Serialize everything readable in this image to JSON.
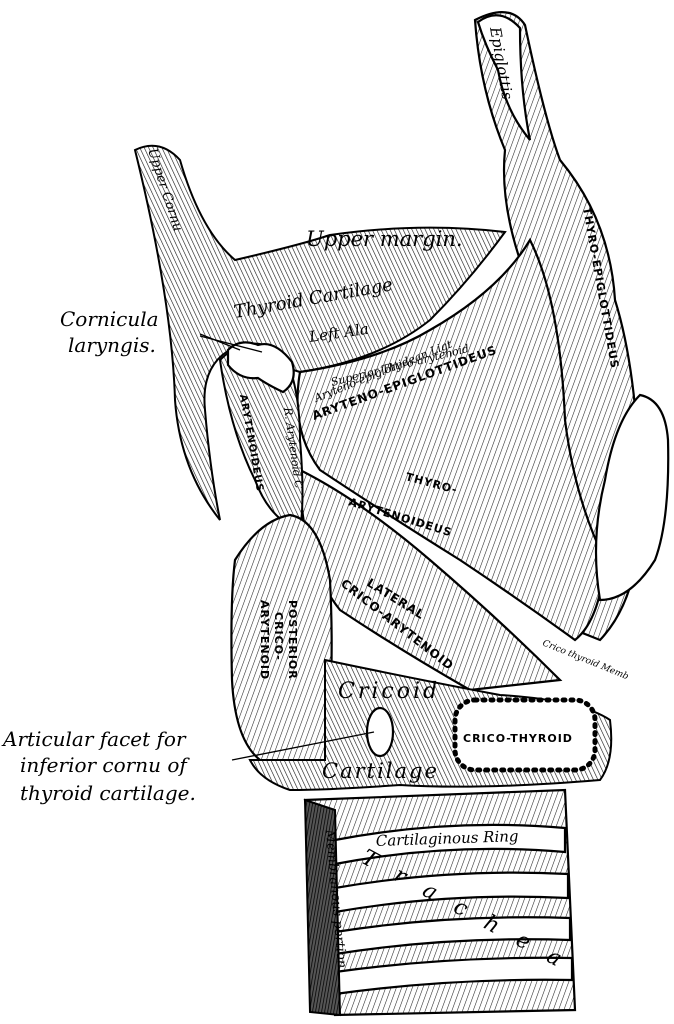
{
  "labels": {
    "epiglottis": "Epiglottis",
    "upper_cornu": "Upper Cornu",
    "upper_margin": "Upper margin.",
    "thyroid_cartilage": "Thyroid Cartilage",
    "left_ala": "Left Ala",
    "cornicula": "Cornicula",
    "laryngis": "laryngis.",
    "superior_thyro_arytenoid": "Superior Thyro-arytenoid",
    "aryteno_epiglottidean_ligt": "Aryteno-epiglottidean Ligt",
    "aryteno_epiglottideus": "ARYTENO-EPIGLOTTIDEUS",
    "thyro_epiglottideus": "THYRO-EPIGLOTTIDEUS",
    "arytenoideus": "ARYTENOIDEUS",
    "r_arytenoid": "R. Arytenoid C",
    "thyro": "THYRO-",
    "arytenoideus_2": "ARYTENOIDEUS",
    "lateral": "LATERAL",
    "crico_arytenoid": "CRICO-ARYTENOID",
    "posterior": "POSTERIOR",
    "crico": "CRICO-",
    "arytenoid": "ARYTENOID",
    "crico_thyroid_memb": "Crico thyroid Memb",
    "cricoid": "Cricoid",
    "cartilage": "Cartilage",
    "crico_thyroid": "CRICO-THYROID",
    "facet_line1": "Articular facet for",
    "facet_line2": "inferior cornu of",
    "facet_line3": "thyroid cartilage.",
    "cartilaginous_ring": "Cartilaginous Ring",
    "trachea": "Trachea",
    "membranous_portion": "Membranous portion"
  }
}
